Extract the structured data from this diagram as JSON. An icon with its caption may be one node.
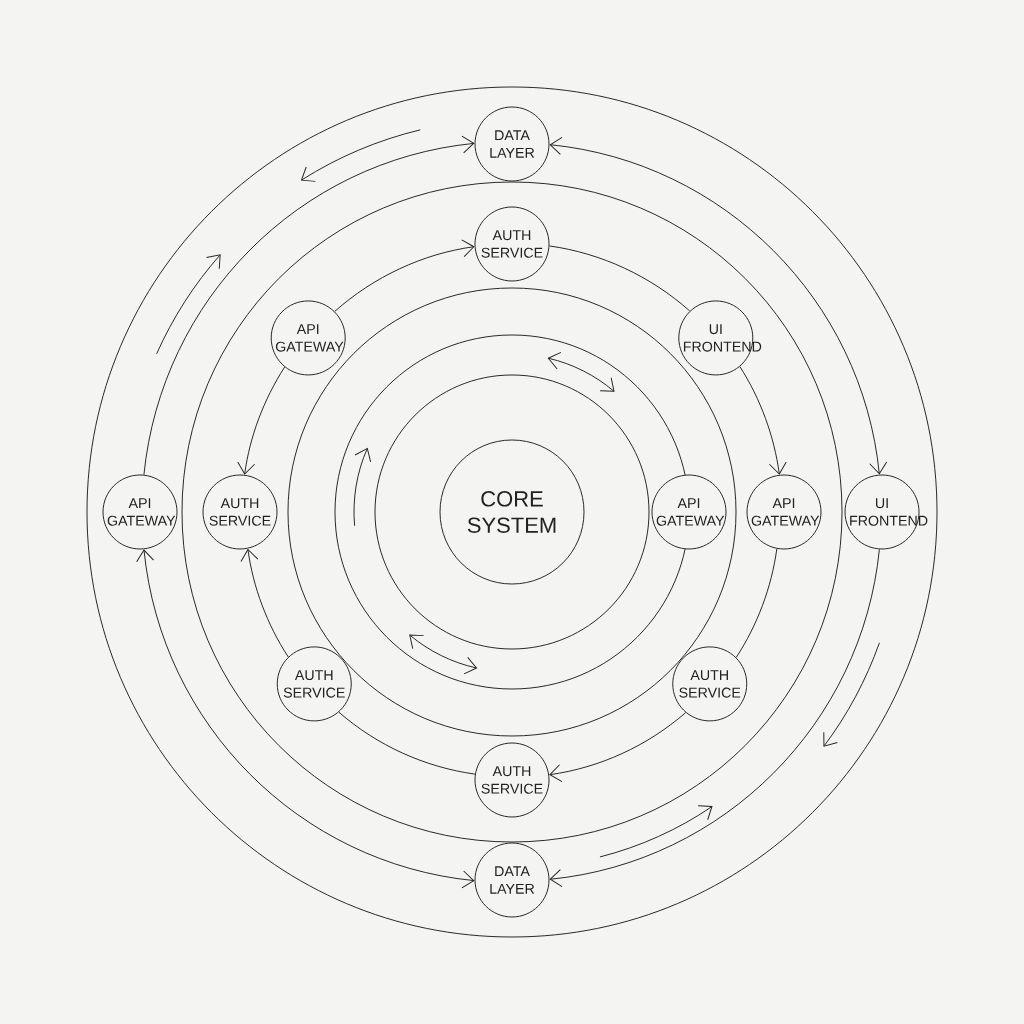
{
  "diagram": {
    "nodes": [
      {
        "text": [
          "CORE SYSTEM"
        ]
      },
      {
        "text": [
          "DATA LAYER"
        ]
      },
      {
        "text": [
          "AUTH SERVICE"
        ]
      },
      {
        "text": [
          "API GATEWAY"
        ]
      },
      {
        "text": [
          "UI FRONTEND"
        ]
      },
      {
        "text": [
          "API GATEWAY"
        ]
      },
      {
        "text": [
          "AUTH SERVICE"
        ]
      },
      {
        "text": [
          "API GATEWAY"
        ]
      },
      {
        "text": [
          "API GATEWAY"
        ]
      },
      {
        "text": [
          "UI FRONTEND"
        ]
      },
      {
        "text": [
          "AUTH SERVICE"
        ]
      },
      {
        "text": [
          "AUTH SERVICE"
        ]
      },
      {
        "text": [
          "AUTH SERVICE"
        ]
      },
      {
        "text": [
          "DATA LAYER"
        ]
      }
    ],
    "edges": [
      {
        "from": 5,
        "to": 1,
        "arrow": "to"
      },
      {
        "from": 9,
        "to": 1,
        "arrow": "both"
      },
      {
        "from": 5,
        "to": 13,
        "arrow": "both"
      },
      {
        "from": 9,
        "to": 13,
        "arrow": "to"
      },
      {
        "from": 3,
        "to": 2,
        "arrow": "to"
      },
      {
        "from": 4,
        "to": 2,
        "arrow": "none"
      },
      {
        "from": 3,
        "to": 6,
        "arrow": "to"
      },
      {
        "from": 4,
        "to": 8,
        "arrow": "to"
      },
      {
        "from": 10,
        "to": 6,
        "arrow": "to"
      },
      {
        "from": 10,
        "to": 12,
        "arrow": "none"
      },
      {
        "from": 8,
        "to": 11,
        "arrow": "none"
      },
      {
        "from": 11,
        "to": 12,
        "arrow": "to"
      }
    ]
  }
}
